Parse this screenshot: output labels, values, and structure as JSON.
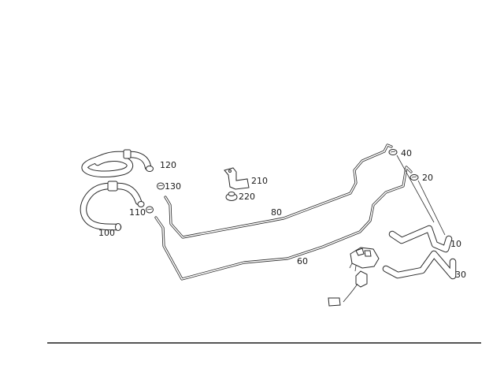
{
  "diagram": {
    "type": "parts-exploded-view",
    "subject": "fuel lines and hoses",
    "line_color": "#2a2a2a",
    "background": "#ffffff",
    "rule_color": "#555555"
  },
  "callouts": [
    {
      "id": "10",
      "label": "10",
      "part": "fuel hose (right, upper)"
    },
    {
      "id": "20",
      "label": "20",
      "part": "clip"
    },
    {
      "id": "30",
      "label": "30",
      "part": "fuel hose (right, lower)"
    },
    {
      "id": "40",
      "label": "40",
      "part": "clip"
    },
    {
      "id": "60",
      "label": "60",
      "part": "fuel line (lower)"
    },
    {
      "id": "80",
      "label": "80",
      "part": "fuel line (upper)"
    },
    {
      "id": "100",
      "label": "100",
      "part": "fuel hose (left, lower)"
    },
    {
      "id": "110",
      "label": "110",
      "part": "hose clamp"
    },
    {
      "id": "120",
      "label": "120",
      "part": "fuel hose (left, upper)"
    },
    {
      "id": "130",
      "label": "130",
      "part": "hose clamp"
    },
    {
      "id": "210",
      "label": "210",
      "part": "bracket"
    },
    {
      "id": "220",
      "label": "220",
      "part": "rubber grommet"
    }
  ],
  "components": {
    "fuel_pump_sender": {
      "label": "",
      "part": "fuel sender unit with connector"
    }
  }
}
